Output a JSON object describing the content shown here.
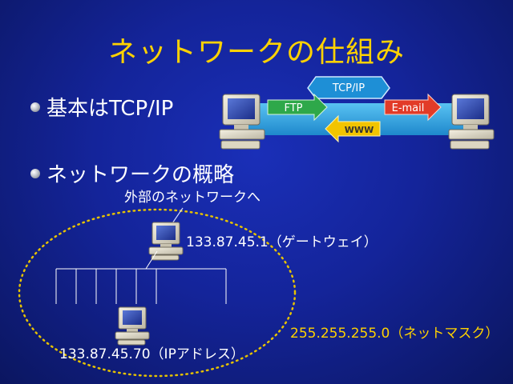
{
  "slide": {
    "title": "ネットワークの仕組み",
    "bullets": [
      "基本はTCP/IP",
      "ネットワークの概略"
    ]
  },
  "protocol_diagram": {
    "tcpip_label": "TCP/IP",
    "ftp_label": "FTP",
    "email_label": "E-mail",
    "www_label": "WWW"
  },
  "network_diagram": {
    "external_label": "外部のネットワークへ",
    "gateway_label": "133.87.45.1（ゲートウェイ）",
    "ip_address_label": "133.87.45.70（IPアドレス）",
    "netmask_label": "255.255.255.0（ネットマスク）"
  },
  "colors": {
    "title": "#ffd200",
    "band": "#2aa6e6",
    "ftp_arrow": "#2ea84a",
    "email_arrow": "#e23b28",
    "www_arrow": "#f2c400",
    "tcpip_box": "#1e8fd6",
    "ellipse": "#e6c200"
  }
}
